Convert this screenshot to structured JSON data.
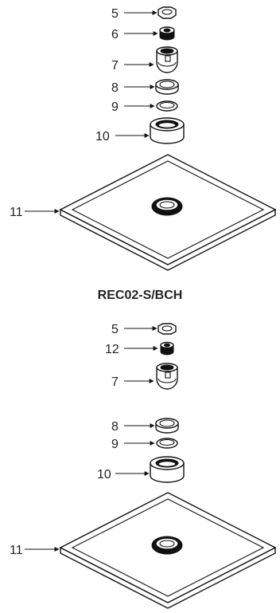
{
  "assemblies": [
    {
      "parts": [
        {
          "label": "5"
        },
        {
          "label": "6"
        },
        {
          "label": "7"
        },
        {
          "label": "8"
        },
        {
          "label": "9"
        },
        {
          "label": "10"
        },
        {
          "label": "11"
        }
      ],
      "caption": "REC02-S/BCH"
    },
    {
      "parts": [
        {
          "label": "5"
        },
        {
          "label": "12"
        },
        {
          "label": "7"
        },
        {
          "label": "8"
        },
        {
          "label": "9"
        },
        {
          "label": "10"
        },
        {
          "label": "11"
        }
      ]
    }
  ]
}
